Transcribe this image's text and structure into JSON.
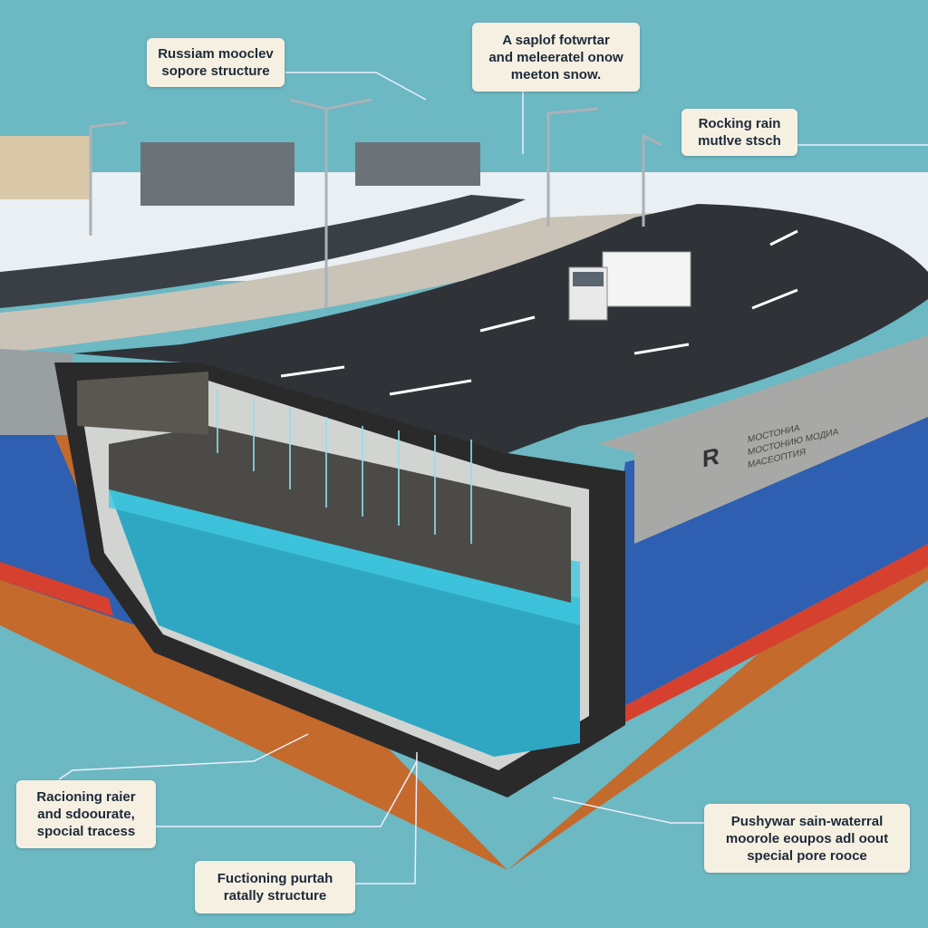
{
  "labels": [
    {
      "line1": "Russiam mooclev",
      "line2": "sopore structure"
    },
    {
      "line1": "A saplof fotwrtar",
      "line2": "and meleeratel onow",
      "line3": "meeton snow."
    },
    {
      "line1": "Rocking rain",
      "line2": "mutlve stsch"
    },
    {
      "line1": "Racioning raier",
      "line2": "and sdoourate,",
      "line3": "spocial tracess"
    },
    {
      "line1": "Fuctioning purtah",
      "line2": "ratally structure"
    },
    {
      "line1": "Pushywar sain-waterral",
      "line2": "moorole eoupos adl oout",
      "line3": "special pore rooce"
    }
  ],
  "wall_sign": {
    "letter": "R",
    "line1": "МОСТОНИА",
    "line2": "МОСТОНИЮ МОДИА",
    "line3": "МАСЕОПТИЯ"
  },
  "colors": {
    "background": "#6cb8c3",
    "asphalt": "#2f3338",
    "water": "#3fc0d8",
    "blue_layer": "#2f5fb0",
    "red_layer": "#d6402e",
    "clay": "#c46a2c",
    "label_bg": "#f6f0e2"
  }
}
